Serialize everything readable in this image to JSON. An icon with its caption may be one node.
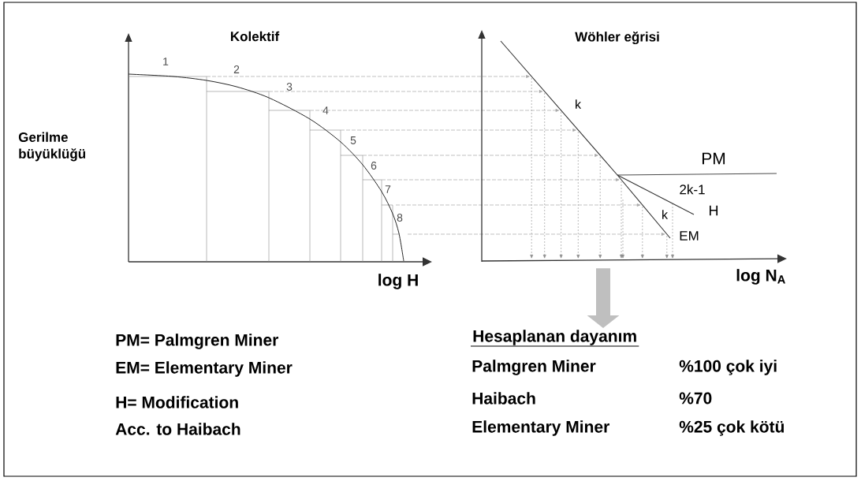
{
  "diagram": {
    "nodes": [
      {
        "text": [],
        "shape": "picture"
      },
      {
        "text": [
          "Hesaplanan dayanım"
        ]
      }
    ],
    "edges": [
      {
        "from": 0,
        "to": 1,
        "arrow": "to"
      }
    ],
    "labels": [
      "Kolektif",
      "Wöhler eğrisi",
      "Gerilme büyüklüğü",
      "1",
      "2",
      "3",
      "4",
      "5",
      "6",
      "7",
      "8",
      "k",
      "PM",
      "2k-1",
      "k",
      "H",
      "EM",
      "log H",
      "log N$_{A}$",
      "PM= Palmgren Miner",
      "EM= Elementary Miner",
      "H= Modification",
      "Acc. to Haibach",
      "Palmgren Miner",
      "%100 çok iyi",
      "Haibach",
      "%70",
      "Elementary Miner",
      "%25 çok kötü"
    ]
  }
}
